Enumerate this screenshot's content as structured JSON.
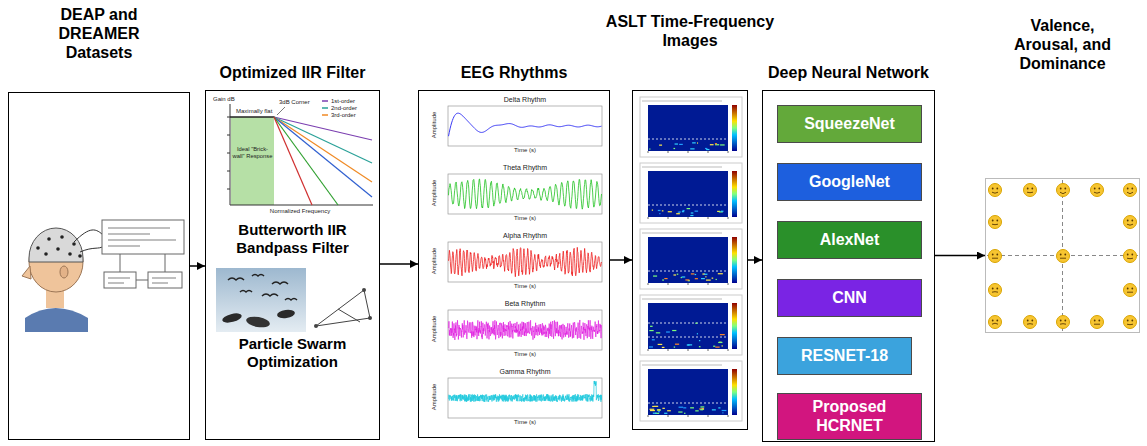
{
  "diagram": {
    "nodes": [
      {
        "text": [
          "DEAP and DREAMER Datasets"
        ]
      },
      {
        "text": [
          "Optimized IIR Filter",
          "Butterworth IIR Bandpass Filter",
          "Particle Swarm Optimization"
        ]
      },
      {
        "text": [
          "EEG Rhythms"
        ]
      },
      {
        "text": [
          "ASLT Time-Frequency Images"
        ]
      },
      {
        "text": [
          "Deep Neural Network"
        ]
      },
      {
        "text": [
          "SqueezeNet"
        ],
        "in": 4
      },
      {
        "text": [
          "GoogleNet"
        ],
        "in": 4
      },
      {
        "text": [
          "AlexNet"
        ],
        "in": 4
      },
      {
        "text": [
          "CNN"
        ],
        "in": 4
      },
      {
        "text": [
          "RESNET-18"
        ],
        "in": 4
      },
      {
        "text": [
          "Proposed HCRNET"
        ],
        "in": 4
      },
      {
        "text": [
          "Valence, Arousal, and Dominance"
        ]
      }
    ],
    "edges": [
      {
        "from": 0,
        "to": 1,
        "arrow": "to"
      },
      {
        "from": 1,
        "to": 2,
        "arrow": "to"
      },
      {
        "from": 2,
        "to": 3,
        "arrow": "to"
      },
      {
        "from": 3,
        "to": 4,
        "arrow": "to"
      },
      {
        "from": 4,
        "to": 11,
        "arrow": "to"
      }
    ],
    "labels": [
      "Gain dB",
      "3dB Corner",
      "Maximally flat",
      "Ideal \"Brick-wall\" Response",
      "1st-order",
      "2nd-order",
      "3rd-order",
      "Normalized Frequency",
      "Delta Rhythm",
      "Amplitude",
      "Time (s)",
      "Theta Rhythm",
      "Amplitude",
      "Time (s)",
      "Alpha Rhythm",
      "Amplitude",
      "Time (s)",
      "Beta Rhythm",
      "Amplitude",
      "Time (s)",
      "Gamma Rhythm",
      "Amplitude",
      "Time (s)"
    ]
  }
}
